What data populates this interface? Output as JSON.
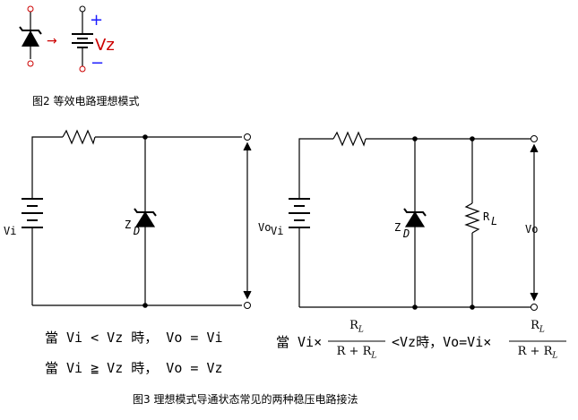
{
  "legend": {
    "plus": "+",
    "minus": "−",
    "vz": "Vz"
  },
  "figure2": {
    "caption": "图2 等效电路理想模式"
  },
  "circuit1": {
    "vi": "Vi",
    "vo": "Vo",
    "zd": "Z",
    "zd_sub": "D"
  },
  "circuit2": {
    "vi": "Vi",
    "vo": "Vo",
    "zd": "Z",
    "zd_sub": "D",
    "rl": "R",
    "rl_sub": "L"
  },
  "equations": {
    "eq1": "當 Vi < Vz 時， Vo = Vi",
    "eq2": "當 Vi ≧ Vz 時， Vo = Vz",
    "eq3_prefix": "當 Vi×",
    "eq3_num": "R",
    "eq3_num_sub": "L",
    "eq3_den": "R + R",
    "eq3_den_sub": "L",
    "eq3_mid": "<Vz時，Vo=Vi×",
    "eq3_num2": "R",
    "eq3_num2_sub": "L",
    "eq3_den2": "R + R",
    "eq3_den2_sub": "L"
  },
  "figure3": {
    "caption": "图3 理想模式导通状态常见的两种稳压电路接法"
  }
}
